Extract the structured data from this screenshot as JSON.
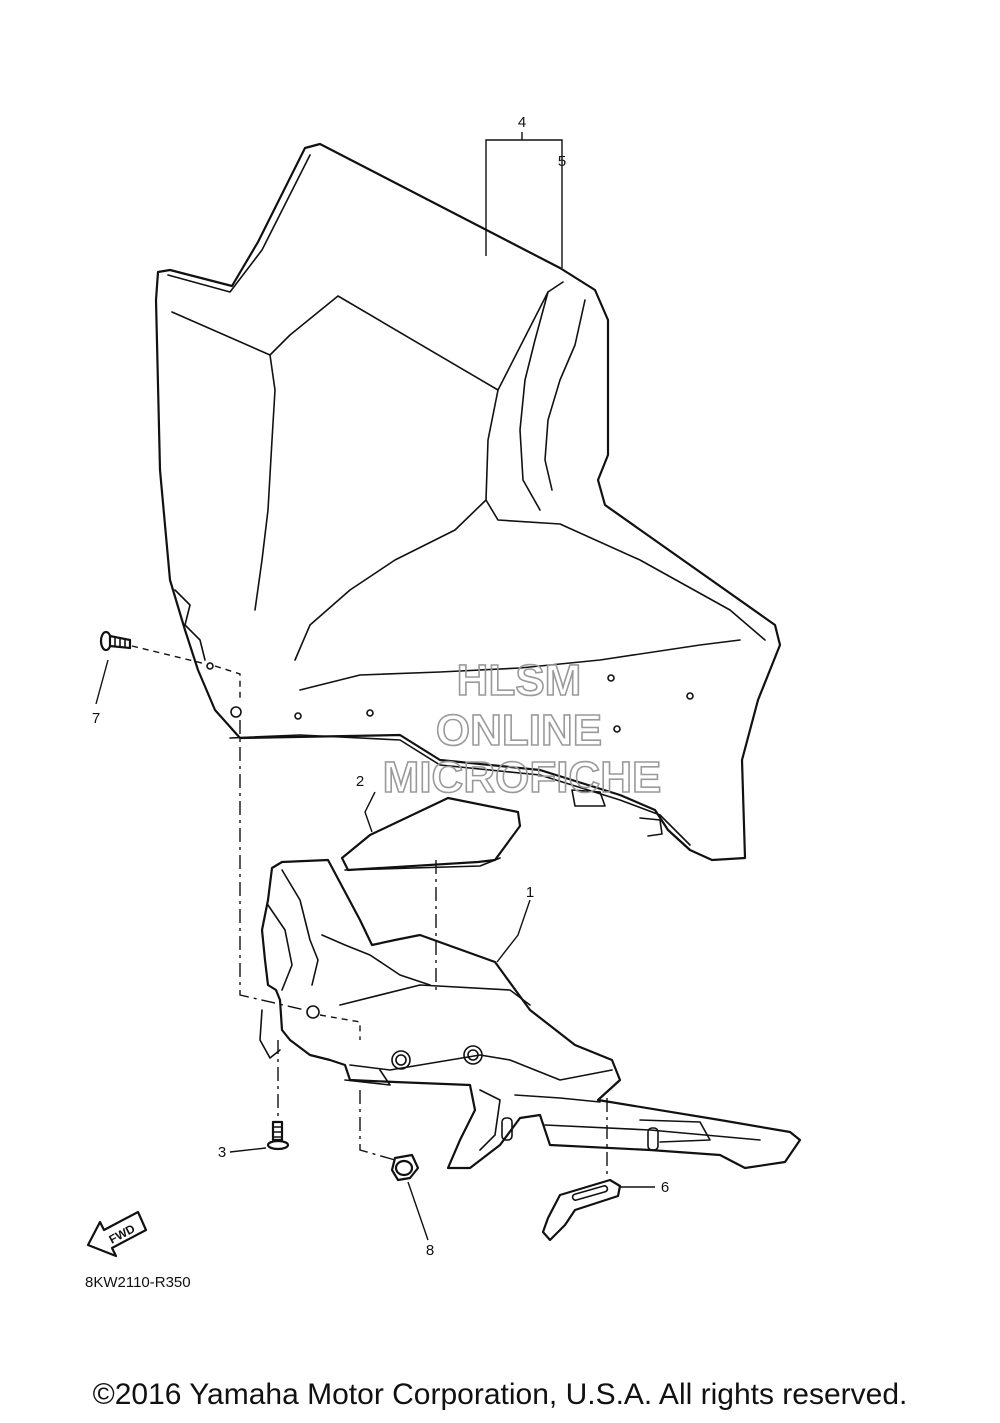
{
  "diagram_code": "8KW2110-R350",
  "fwd_label": "FWD",
  "watermark": {
    "line1": "HLSM",
    "line2": "ONLINE",
    "line3": "MICROFICHE"
  },
  "callouts": [
    {
      "id": "1",
      "label": "1"
    },
    {
      "id": "2",
      "label": "2"
    },
    {
      "id": "3",
      "label": "3"
    },
    {
      "id": "4",
      "label": "4"
    },
    {
      "id": "5",
      "label": "5"
    },
    {
      "id": "6",
      "label": "6"
    },
    {
      "id": "7",
      "label": "7"
    },
    {
      "id": "8",
      "label": "8"
    }
  ],
  "copyright": "©2016 Yamaha Motor Corporation, U.S.A. All rights reserved."
}
